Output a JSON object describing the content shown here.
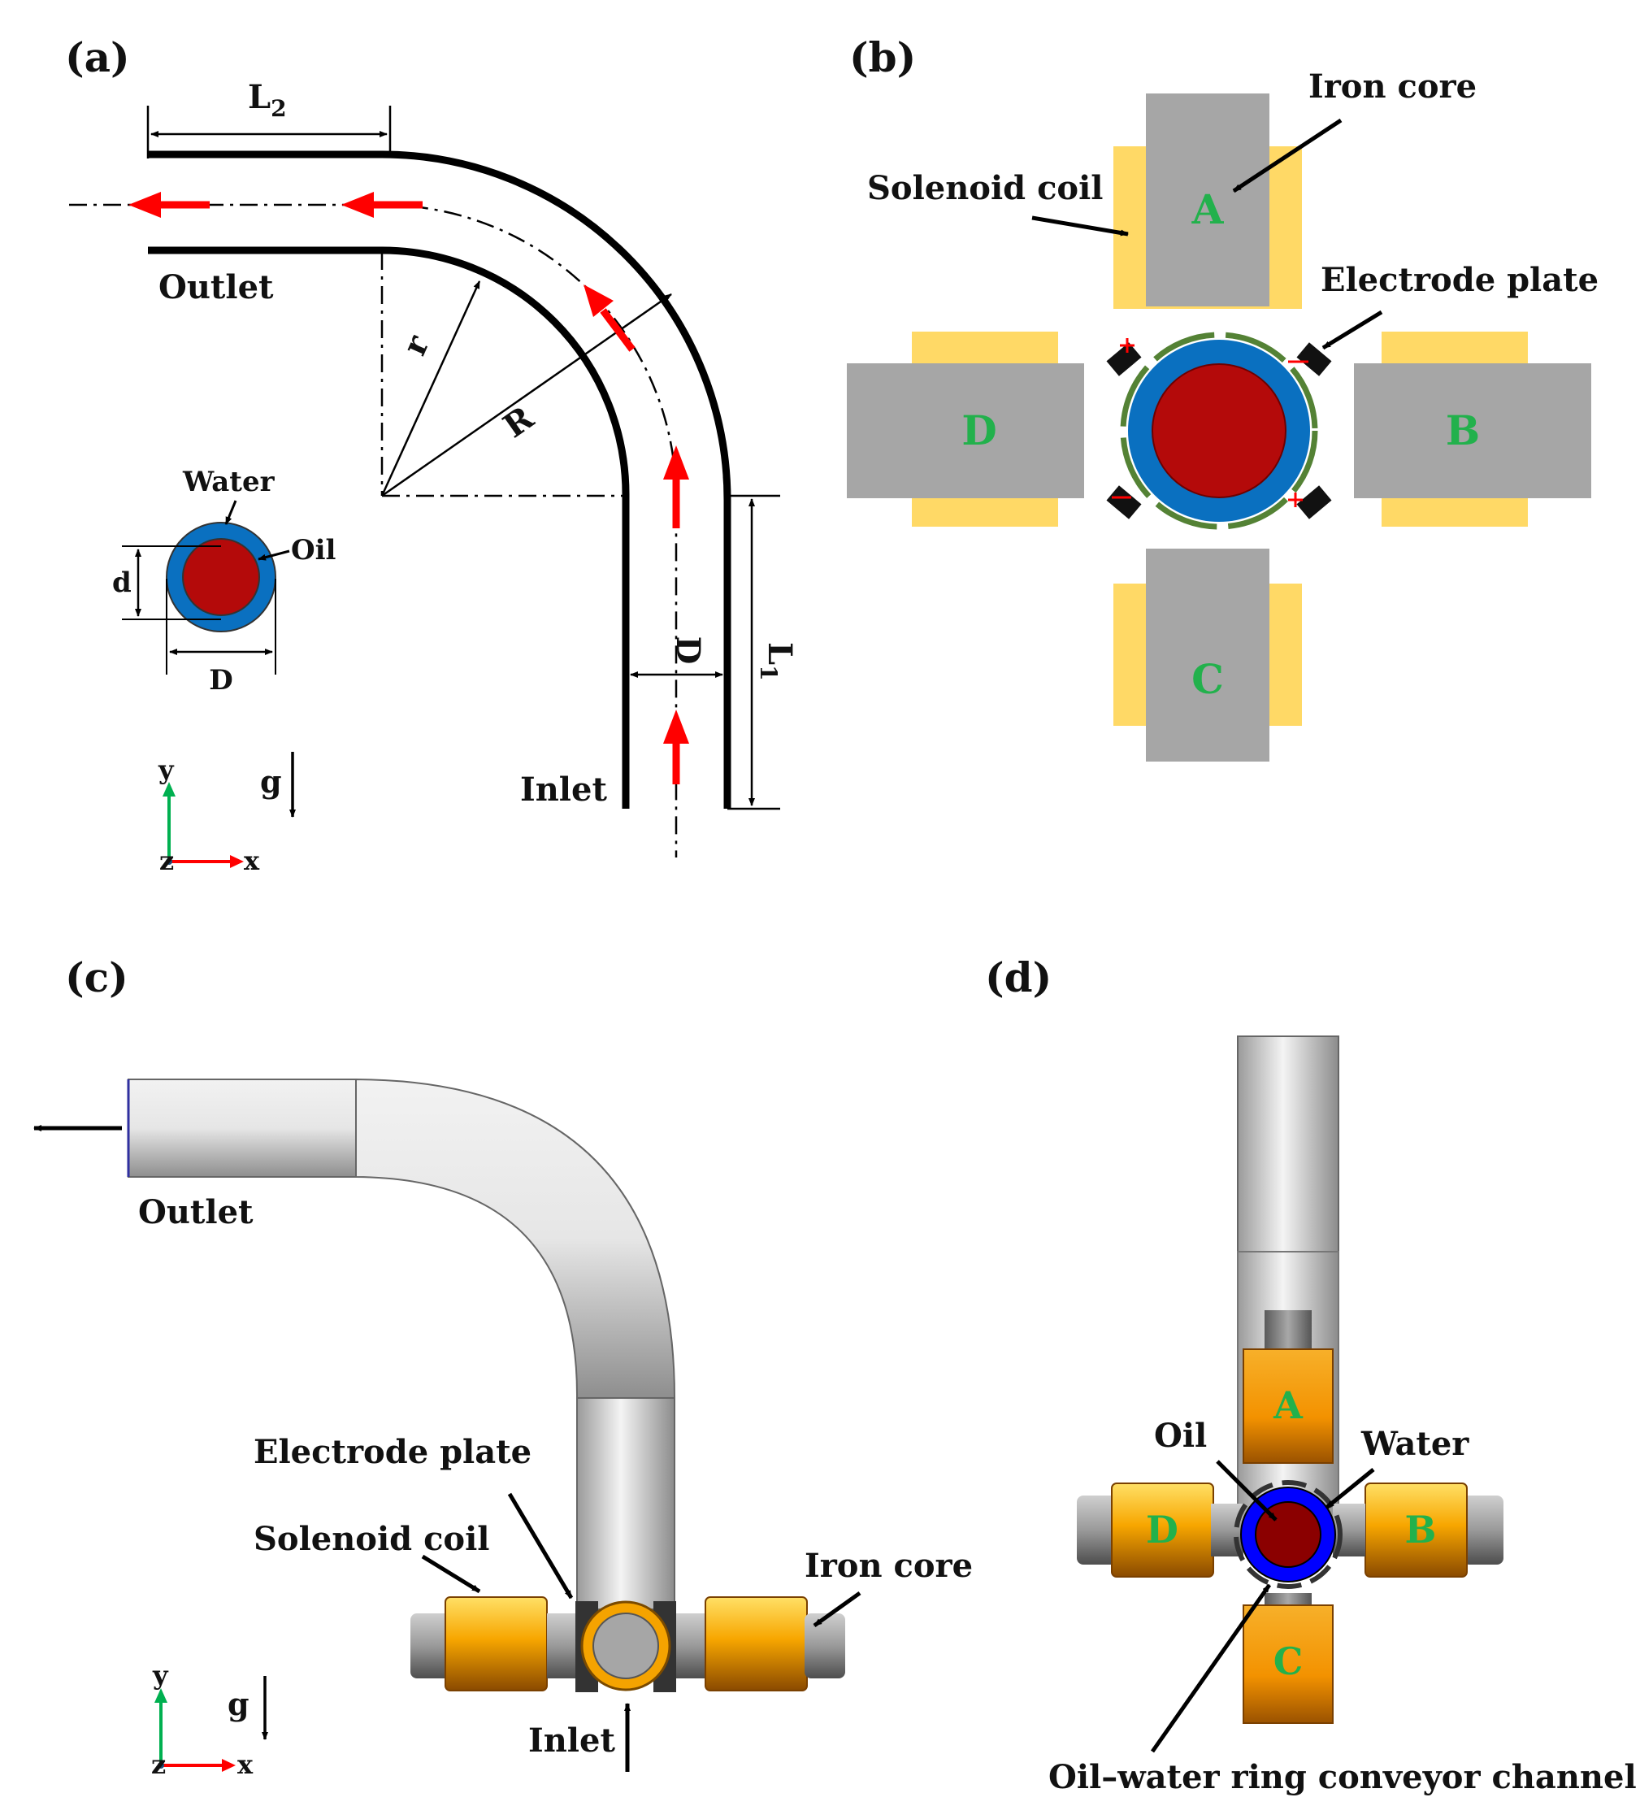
{
  "panels": {
    "a": {
      "label": "(a)",
      "L2": "L",
      "L2_sub": "2",
      "L1": "L",
      "L1_sub": "1",
      "outlet": "Outlet",
      "inlet": "Inlet",
      "r": "r",
      "R": "R",
      "D_pipe": "D",
      "water": "Water",
      "oil": "Oil",
      "d": "d",
      "D": "D",
      "axis_y": "y",
      "axis_x": "x",
      "axis_z": "z",
      "g": "g"
    },
    "b": {
      "label": "(b)",
      "iron_core": "Iron core",
      "solenoid_coil": "Solenoid coil",
      "electrode_plate": "Electrode plate",
      "A": "A",
      "B": "B",
      "C": "C",
      "D": "D"
    },
    "c": {
      "label": "(c)",
      "outlet": "Outlet",
      "electrode_plate": "Electrode plate",
      "solenoid_coil": "Solenoid coil",
      "iron_core": "Iron core",
      "inlet": "Inlet",
      "axis_y": "y",
      "axis_x": "x",
      "axis_z": "z",
      "g": "g"
    },
    "d": {
      "label": "(d)",
      "oil": "Oil",
      "water": "Water",
      "A": "A",
      "B": "B",
      "C": "C",
      "D": "D",
      "channel": "Oil–water ring conveyor channel"
    }
  },
  "colors": {
    "oil": "#b40a0a",
    "water": "#0a70c0",
    "iron_core": "#a6a6a6",
    "coil": "#ffd966",
    "arrow": "#ff0000",
    "coil_3d": "#f59c00",
    "water_3d": "#0000ff",
    "label_green": "#22b14c"
  }
}
